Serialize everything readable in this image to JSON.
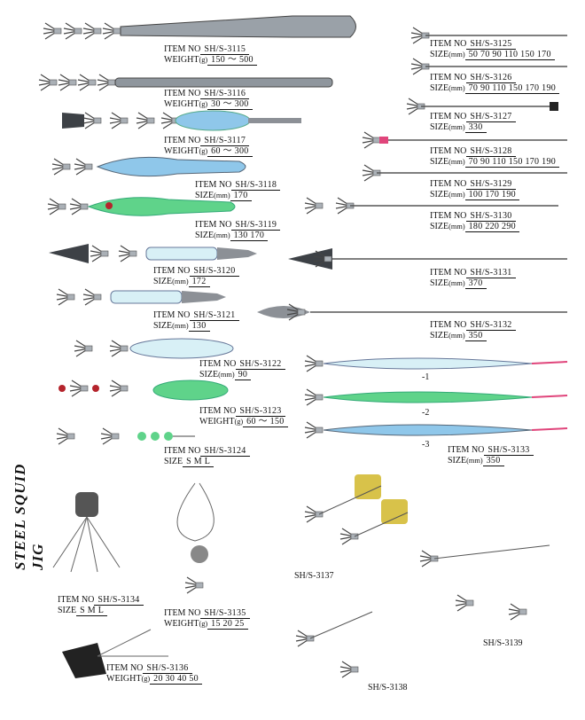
{
  "catalog_title": "STEEL SQUID JIG",
  "items": [
    {
      "label": "ITEM NO",
      "no": "SH/S-3115",
      "attr": "WEIGHT",
      "unit": "(g)",
      "spec": "150 ～ 500"
    },
    {
      "label": "ITEM NO",
      "no": "SH/S-3116",
      "attr": "WEIGHT",
      "unit": "(g)",
      "spec": "30 ～ 300"
    },
    {
      "label": "ITEM NO",
      "no": "SH/S-3117",
      "attr": "WEIGHT",
      "unit": "(g)",
      "spec": "60 ～ 300"
    },
    {
      "label": "ITEM NO",
      "no": "SH/S-3118",
      "attr": "SIZE",
      "unit": "(mm)",
      "spec": "170"
    },
    {
      "label": "ITEM NO",
      "no": "SH/S-3119",
      "attr": "SIZE",
      "unit": "(mm)",
      "spec": "130  170"
    },
    {
      "label": "ITEM NO",
      "no": "SH/S-3120",
      "attr": "SIZE",
      "unit": "(mm)",
      "spec": "172"
    },
    {
      "label": "ITEM NO",
      "no": "SH/S-3121",
      "attr": "SIZE",
      "unit": "(mm)",
      "spec": "130"
    },
    {
      "label": "ITEM NO",
      "no": "SH/S-3122",
      "attr": "SIZE",
      "unit": "(mm)",
      "spec": "90"
    },
    {
      "label": "ITEM NO",
      "no": "SH/S-3123",
      "attr": "WEIGHT",
      "unit": "(g)",
      "spec": "60 ～ 150"
    },
    {
      "label": "ITEM NO",
      "no": "SH/S-3124",
      "attr": "SIZE",
      "unit": "",
      "spec": "S  M  L"
    },
    {
      "label": "ITEM NO",
      "no": "SH/S-3125",
      "attr": "SIZE",
      "unit": "(mm)",
      "spec": "50  70  90  110  150  170"
    },
    {
      "label": "ITEM NO",
      "no": "SH/S-3126",
      "attr": "SIZE",
      "unit": "(mm)",
      "spec": "70  90  110  150  170  190"
    },
    {
      "label": "ITEM NO",
      "no": "SH/S-3127",
      "attr": "SIZE",
      "unit": "(mm)",
      "spec": "330"
    },
    {
      "label": "ITEM NO",
      "no": "SH/S-3128",
      "attr": "SIZE",
      "unit": "(mm)",
      "spec": "70  90  110  150  170  190"
    },
    {
      "label": "ITEM NO",
      "no": "SH/S-3129",
      "attr": "SIZE",
      "unit": "(mm)",
      "spec": "100  170  190"
    },
    {
      "label": "ITEM NO",
      "no": "SH/S-3130",
      "attr": "SIZE",
      "unit": "(mm)",
      "spec": "180  220  290"
    },
    {
      "label": "ITEM NO",
      "no": "SH/S-3131",
      "attr": "SIZE",
      "unit": "(mm)",
      "spec": "370"
    },
    {
      "label": "ITEM NO",
      "no": "SH/S-3132",
      "attr": "SIZE",
      "unit": "(mm)",
      "spec": "350"
    },
    {
      "label": "ITEM NO",
      "no": "SH/S-3133",
      "attr": "SIZE",
      "unit": "(mm)",
      "spec": "350"
    },
    {
      "label": "ITEM NO",
      "no": "SH/S-3134",
      "attr": "SIZE",
      "unit": "",
      "spec": "S  M  L"
    },
    {
      "label": "ITEM NO",
      "no": "SH/S-3135",
      "attr": "WEIGHT",
      "unit": "(g)",
      "spec": "15  20  25"
    },
    {
      "label": "ITEM NO",
      "no": "SH/S-3136",
      "attr": "WEIGHT",
      "unit": "(g)",
      "spec": "20  30  40  50"
    }
  ],
  "variants": [
    "-1",
    "-2",
    "-3"
  ],
  "codes": [
    "SH/S-3137",
    "SH/S-3138",
    "SH/S-3139"
  ],
  "colors": {
    "steel": "#8c9096",
    "dark": "#3d4146",
    "blue": "#8fc7ea",
    "green": "#5fd38a",
    "glow": "#d8f0f6",
    "red": "#b5242c",
    "pink": "#e0457b",
    "yellow": "#d8c24a"
  }
}
